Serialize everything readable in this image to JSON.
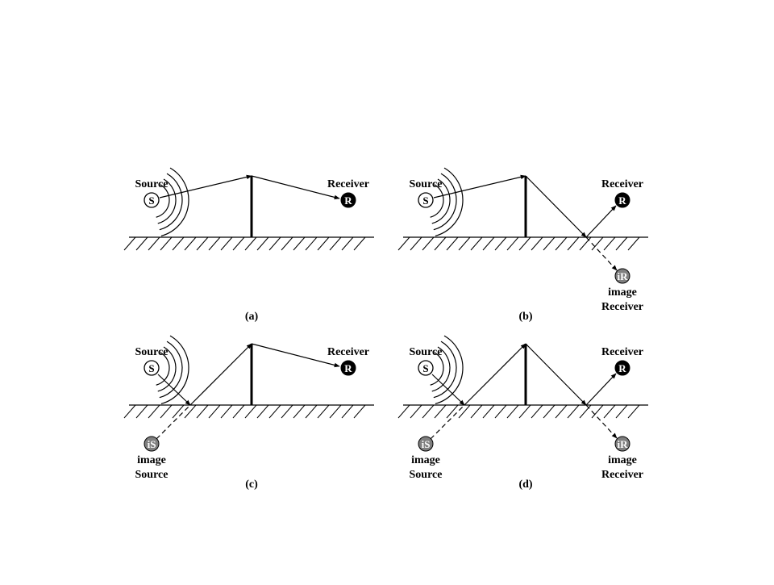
{
  "panels": [
    {
      "id": "a",
      "caption": "(a)",
      "source": {
        "letter": "S",
        "label": "Source"
      },
      "receiver": {
        "letter": "R",
        "label": "Receiver"
      },
      "image_source": null,
      "image_receiver": null
    },
    {
      "id": "b",
      "caption": "(b)",
      "source": {
        "letter": "S",
        "label": "Source"
      },
      "receiver": {
        "letter": "R",
        "label": "Receiver"
      },
      "image_source": null,
      "image_receiver": {
        "letter": "iR",
        "line1": "image",
        "line2": "Receiver"
      }
    },
    {
      "id": "c",
      "caption": "(c)",
      "source": {
        "letter": "S",
        "label": "Source"
      },
      "receiver": {
        "letter": "R",
        "label": "Receiver"
      },
      "image_source": {
        "letter": "iS",
        "line1": "image",
        "line2": "Source"
      },
      "image_receiver": null
    },
    {
      "id": "d",
      "caption": "(d)",
      "source": {
        "letter": "S",
        "label": "Source"
      },
      "receiver": {
        "letter": "R",
        "label": "Receiver"
      },
      "image_source": {
        "letter": "iS",
        "line1": "image",
        "line2": "Source"
      },
      "image_receiver": {
        "letter": "iR",
        "line1": "image",
        "line2": "Receiver"
      }
    }
  ],
  "colors": {
    "ink": "#000000",
    "receiver_fill": "#000000",
    "image_node_fill": "#7f7f7f",
    "source_fill": "#ffffff"
  }
}
